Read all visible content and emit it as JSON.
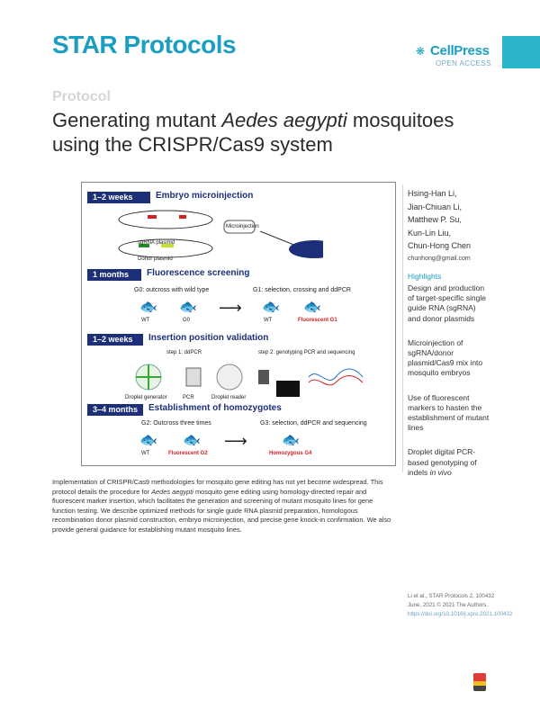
{
  "header": {
    "journal": "STAR Protocols",
    "publisher_name": "CellPress",
    "publisher_sub": "OPEN ACCESS"
  },
  "article": {
    "type": "Protocol",
    "title_pre": "Generating mutant ",
    "title_italic": "Aedes aegypti",
    "title_post": " mosquitoes using the CRISPR/Cas9 system"
  },
  "authors": [
    "Hsing-Han Li,",
    "Jian-Chiuan Li,",
    "Matthew P. Su,",
    "Kun-Lin Liu,",
    "Chun-Hong Chen"
  ],
  "email": "chunhong@gmail.com",
  "highlights": {
    "label": "Highlights",
    "items": [
      "Design and production of target-specific single guide RNA (sgRNA) and donor plasmids",
      "Microinjection of sgRNA/donor plasmid/Cas9 mix into mosquito embryos",
      "Use of fluorescent markers to hasten the establishment of mutant lines"
    ],
    "item4_pre": "Droplet digital PCR-based genotyping of indels ",
    "item4_italic": "in vivo"
  },
  "figure": {
    "steps": [
      {
        "time": "1–2 weeks",
        "title": "Embryo microinjection"
      },
      {
        "time": "1 months",
        "title": "Fluorescence screening"
      },
      {
        "time": "1–2 weeks",
        "title": "Insertion position validation"
      },
      {
        "time": "3–4 months",
        "title": "Establishment of homozygotes"
      }
    ],
    "labels": {
      "sgrna": "sgRNA plasmid",
      "donor": "Donor plasmid",
      "mix": "Microinjection",
      "g0_line": "G0: outcross with wild type",
      "g1_line": "G1: selection, crossing and ddPCR",
      "wt": "WT",
      "g0": "G0",
      "wt2": "WT",
      "fluor_g1": "Fluorescent G1",
      "ddpcr": "step 1: ddPCR",
      "seq": "step 2: genotyping PCR and sequencing",
      "droplet_gen": "Droplet generator",
      "pcr": "PCR",
      "reader": "Droplet reader",
      "g2_line": "G2: Outcross three times",
      "g3_line": "G3: selection, ddPCR and sequencing",
      "wt3": "WT",
      "fluor_g2": "Fluorescent G2",
      "homo_g4": "Homozygous G4"
    }
  },
  "abstract": {
    "part1": "Implementation of CRISPR/Cas9 methodologies for mosquito gene editing has not yet become widespread. This protocol details the procedure for ",
    "italic": "Aedes aegypti",
    "part2": " mosquito gene editing using homology-directed repair and fluorescent marker insertion, which facilitates the generation and screening of mutant mosquito lines for gene function testing. We describe optimized methods for single guide RNA plasmid preparation, homologous recombination donor plasmid construction, embryo microinjection, and precise gene knock-in confirmation. We also provide general guidance for establishing mutant mosquito lines."
  },
  "citation": {
    "line1": "Li et al., STAR Protocols 2, 100432",
    "line2": "June, 2021 © 2021 The Authors.",
    "link": "https://doi.org/10.1016/j.xpro.2021.100432"
  },
  "colors": {
    "brand": "#1a9fc2",
    "band": "#1d2f78",
    "accent": "#d32020"
  },
  "icons": [
    "cellpress-logo-icon",
    "mosquito-icon",
    "arrow-right-icon",
    "journal-badge-icon"
  ]
}
